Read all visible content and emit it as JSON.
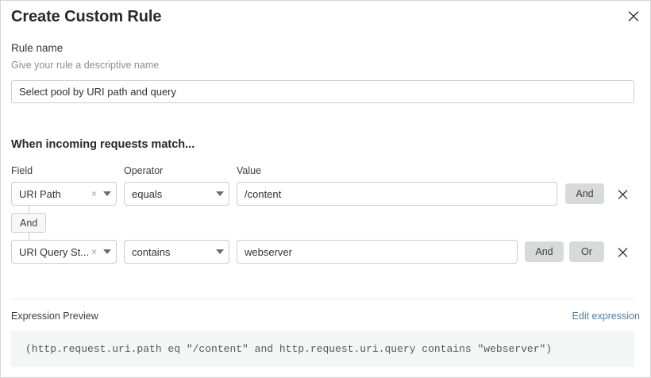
{
  "dialog": {
    "title": "Create Custom Rule",
    "close_icon": "close-icon"
  },
  "rule_name": {
    "label": "Rule name",
    "helper": "Give your rule a descriptive name",
    "value": "Select pool by URI path and query",
    "placeholder": "Select pool by URI path and query"
  },
  "conditions": {
    "heading": "When incoming requests match...",
    "columns": {
      "field": "Field",
      "operator": "Operator",
      "value": "Value"
    },
    "connector": {
      "label": "And"
    },
    "rows": [
      {
        "field": "URI Path",
        "clear_icon": "×",
        "operator": "equals",
        "value": "/content",
        "buttons": [
          "And"
        ],
        "delete_icon": "close-icon"
      },
      {
        "field": "URI Query St...",
        "clear_icon": "×",
        "operator": "contains",
        "value": "webserver",
        "buttons": [
          "And",
          "Or"
        ],
        "delete_icon": "close-icon"
      }
    ]
  },
  "expression": {
    "label": "Expression Preview",
    "edit_link": "Edit expression",
    "code": "(http.request.uri.path eq \"/content\" and http.request.uri.query contains \"webserver\")"
  },
  "colors": {
    "accent_link": "#4b7fa8",
    "button_gray": "#d8d9da",
    "preview_bg": "#f4f5f5",
    "border": "#c9cccd",
    "text_primary": "#26292a",
    "text_muted": "#8a8f91"
  }
}
